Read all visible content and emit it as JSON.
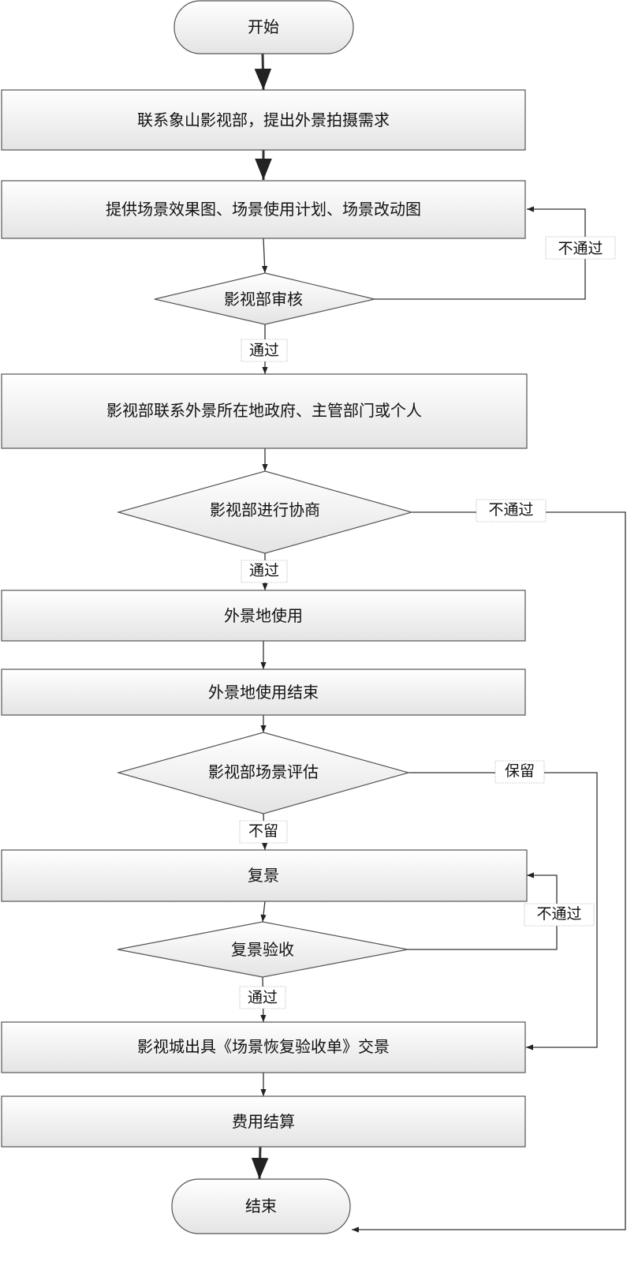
{
  "nodes": {
    "start": "开始",
    "contact": "联系象山影视部，提出外景拍摄需求",
    "provide": "提供场景效果图、场景使用计划、场景改动图",
    "review": "影视部审核",
    "liaise": "影视部联系外景所在地政府、主管部门或个人",
    "negotiate": "影视部进行协商",
    "use": "外景地使用",
    "use_end": "外景地使用结束",
    "assess": "影视部场景评估",
    "restore": "复景",
    "restore_accept": "复景验收",
    "handover": "影视城出具《场景恢复验收单》交景",
    "settle": "费用结算",
    "end": "结束"
  },
  "labels": {
    "review_fail": "不通过",
    "review_pass": "通过",
    "negotiate_fail": "不通过",
    "negotiate_pass": "通过",
    "assess_keep": "保留",
    "assess_nokeep": "不留",
    "accept_fail": "不通过",
    "accept_pass": "通过"
  },
  "colors": {
    "stroke": "#555555",
    "fill_top": "#ffffff",
    "fill_bottom": "#e6e6e6",
    "line": "#333333"
  }
}
